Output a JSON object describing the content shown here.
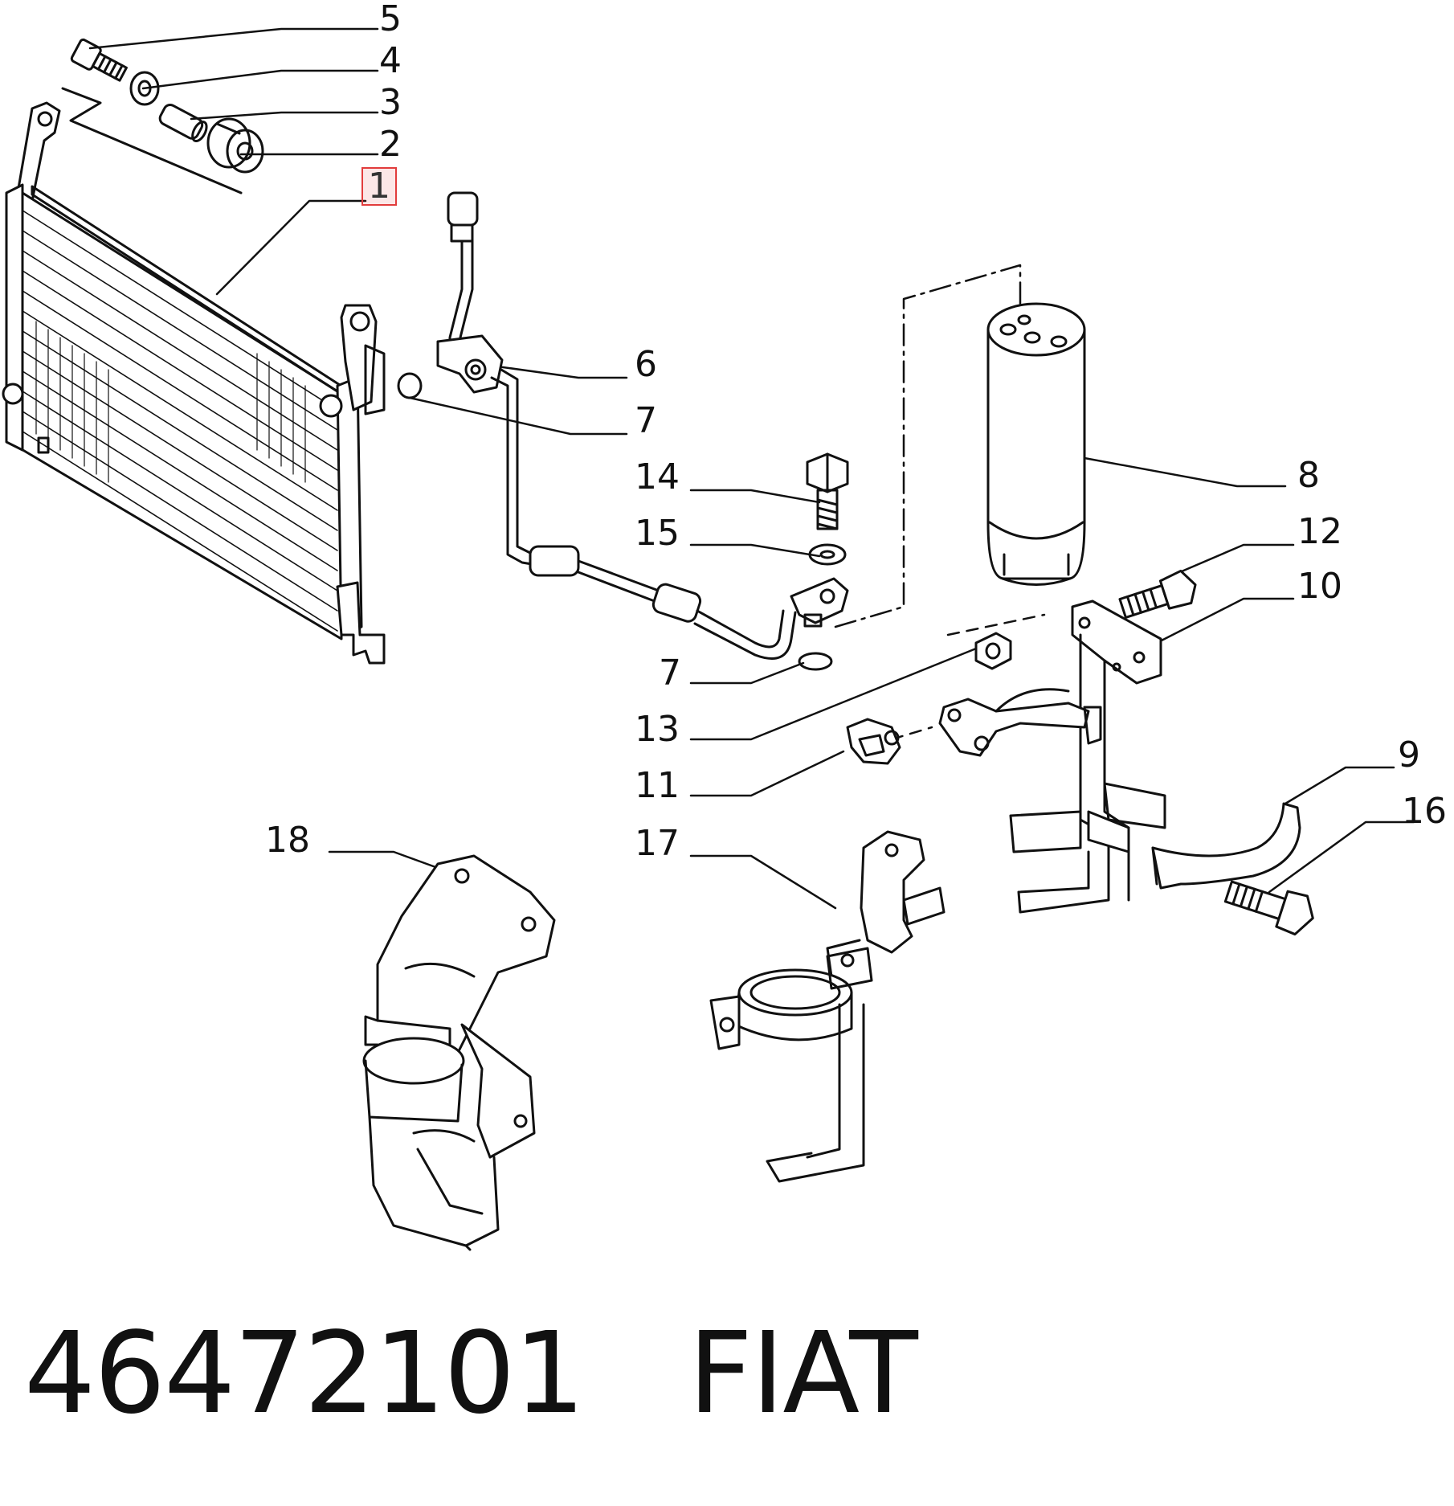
{
  "callouts": {
    "c1": "1",
    "c2": "2",
    "c3": "3",
    "c4": "4",
    "c5": "5",
    "c6": "6",
    "c7a": "7",
    "c7b": "7",
    "c8": "8",
    "c9": "9",
    "c10": "10",
    "c11": "11",
    "c12": "12",
    "c13": "13",
    "c14": "14",
    "c15": "15",
    "c16": "16",
    "c17": "17",
    "c18": "18"
  },
  "highlighted_callout": "1",
  "caption": {
    "part_number": "46472101",
    "brand": "FIAT"
  },
  "colors": {
    "line": "#111111",
    "highlight": "#e23c3c"
  }
}
